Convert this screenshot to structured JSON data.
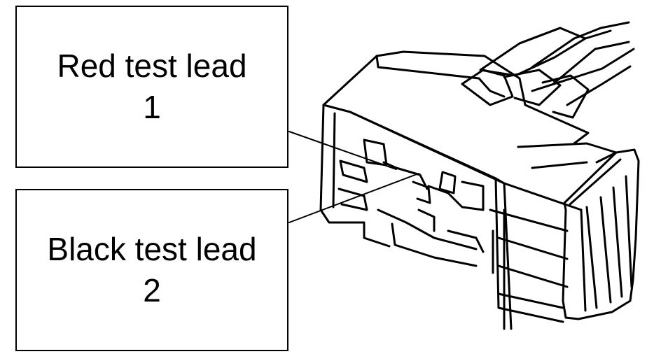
{
  "callouts": [
    {
      "label": "Red test lead",
      "number": "1"
    },
    {
      "label": "Black test lead",
      "number": "2"
    }
  ],
  "illustration": {
    "subject": "electrical-connector",
    "style": "black line art on white"
  },
  "colors": {
    "ink": "#000000",
    "background": "#ffffff"
  }
}
